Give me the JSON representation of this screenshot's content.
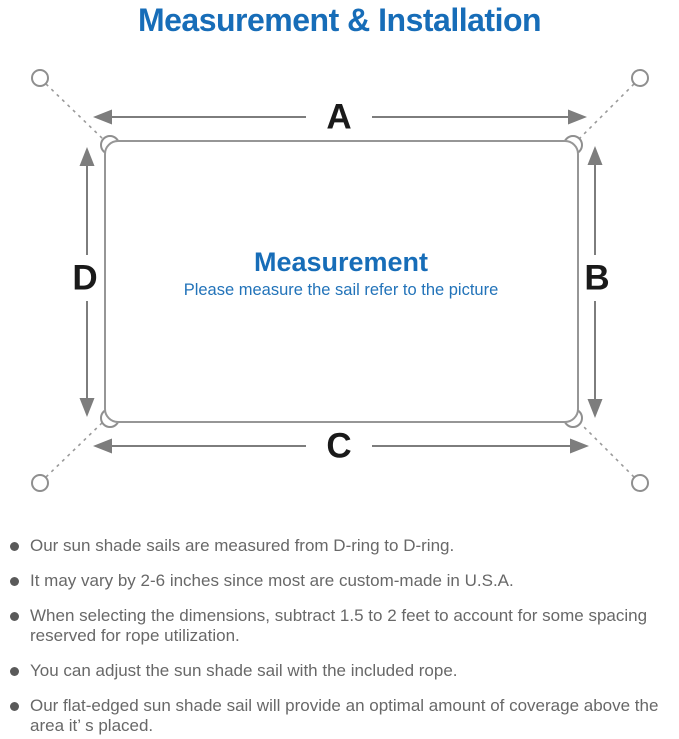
{
  "page": {
    "title": "Measurement & Installation"
  },
  "diagram": {
    "labels": {
      "a": "A",
      "b": "B",
      "c": "C",
      "d": "D"
    },
    "center": {
      "title": "Measurement",
      "subtitle": "Please measure the sail refer to the picture"
    }
  },
  "notes": {
    "items": [
      "Our sun shade sails are measured from D-ring to D-ring.",
      "It may vary by 2-6 inches since most are custom-made in U.S.A.",
      "When selecting the dimensions, subtract 1.5 to 2 feet to account for some spacing reserved for rope utilization.",
      "You can adjust the sun shade sail with the included rope.",
      "Our flat-edged sun shade sail will provide an optimal amount of coverage above the area it’ s placed."
    ]
  },
  "colors": {
    "accent_blue": "#176db8",
    "diagram_line_gray": "#969696",
    "arrow_gray": "#7d7d7d",
    "label_black": "#1a1a1a",
    "note_text_gray": "#686868"
  }
}
